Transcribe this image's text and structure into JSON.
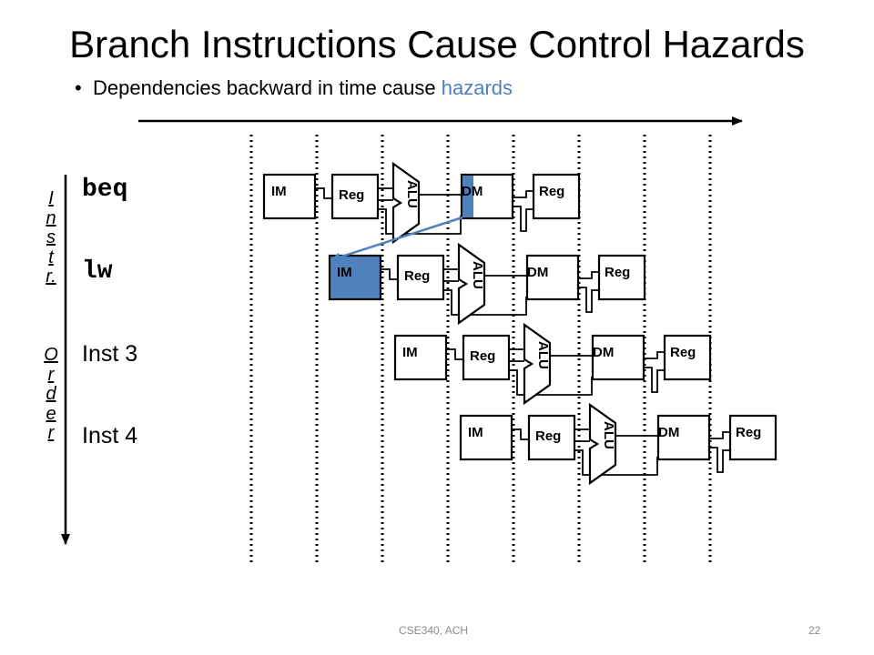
{
  "slide": {
    "title": "Branch Instructions Cause Control Hazards",
    "bullet": {
      "text": "Dependencies backward in time cause ",
      "highlight": "hazards"
    },
    "axis_label_1": [
      "I",
      "n",
      "s",
      "t",
      "r."
    ],
    "axis_label_2": [
      "O",
      "r",
      "d",
      "e",
      "r"
    ],
    "footer_center": "CSE340, ACH",
    "page_number": "22"
  },
  "colors": {
    "highlight": "#4f81bd",
    "accent": "#4f81bd"
  },
  "diagram": {
    "stage_labels": {
      "im": "IM",
      "reg": "Reg",
      "alu": "ALU",
      "dm": "DM",
      "reg_write": "Reg"
    },
    "instructions": [
      {
        "label": "beq",
        "mono": true,
        "highlight_stage": "dm-read-half"
      },
      {
        "label": "lw",
        "mono": true,
        "highlight_stage": "im"
      },
      {
        "label": "Inst 3",
        "mono": false,
        "highlight_stage": ""
      },
      {
        "label": "Inst 4",
        "mono": false,
        "highlight_stage": ""
      }
    ],
    "hazard_arrow": {
      "from": "beq DM",
      "to": "lw IM"
    }
  }
}
